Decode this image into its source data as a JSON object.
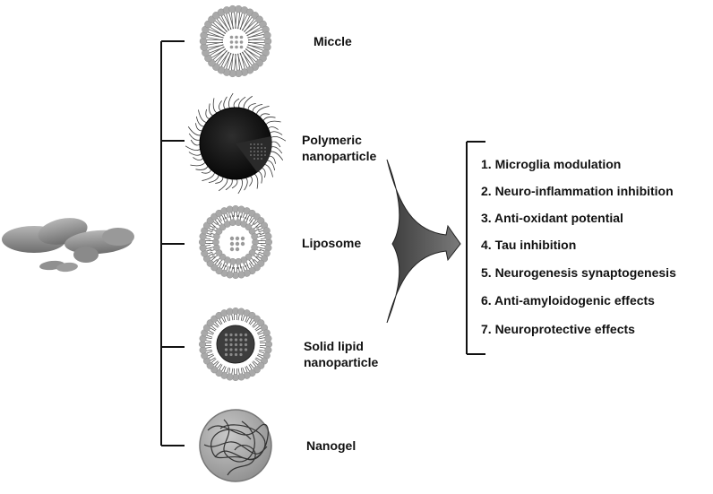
{
  "carriers": [
    {
      "id": "miccle",
      "label": "Miccle"
    },
    {
      "id": "polymeric",
      "label": "Polymeric nanoparticle"
    },
    {
      "id": "liposome",
      "label": "Liposome"
    },
    {
      "id": "solid-lipid",
      "label": "Solid lipid nanoparticle"
    },
    {
      "id": "nanogel",
      "label": "Nanogel"
    }
  ],
  "effects": [
    "1. Microglia modulation",
    "2. Neuro-inflammation inhibition",
    "3. Anti-oxidant potential",
    "4. Tau inhibition",
    "5. Neurogenesis synaptogenesis",
    "6. Anti-amyloidogenic effects",
    "7. Neuroprotective effects"
  ],
  "colors": {
    "shell": "#a9a9a9",
    "core_dark": "#1a1a1a",
    "arrow": "#555555",
    "line": "#111111"
  },
  "icons": [
    "ginger-rhizome-icon",
    "micelle-icon",
    "polymeric-nanoparticle-icon",
    "liposome-icon",
    "solid-lipid-nanoparticle-icon",
    "nanogel-icon"
  ]
}
